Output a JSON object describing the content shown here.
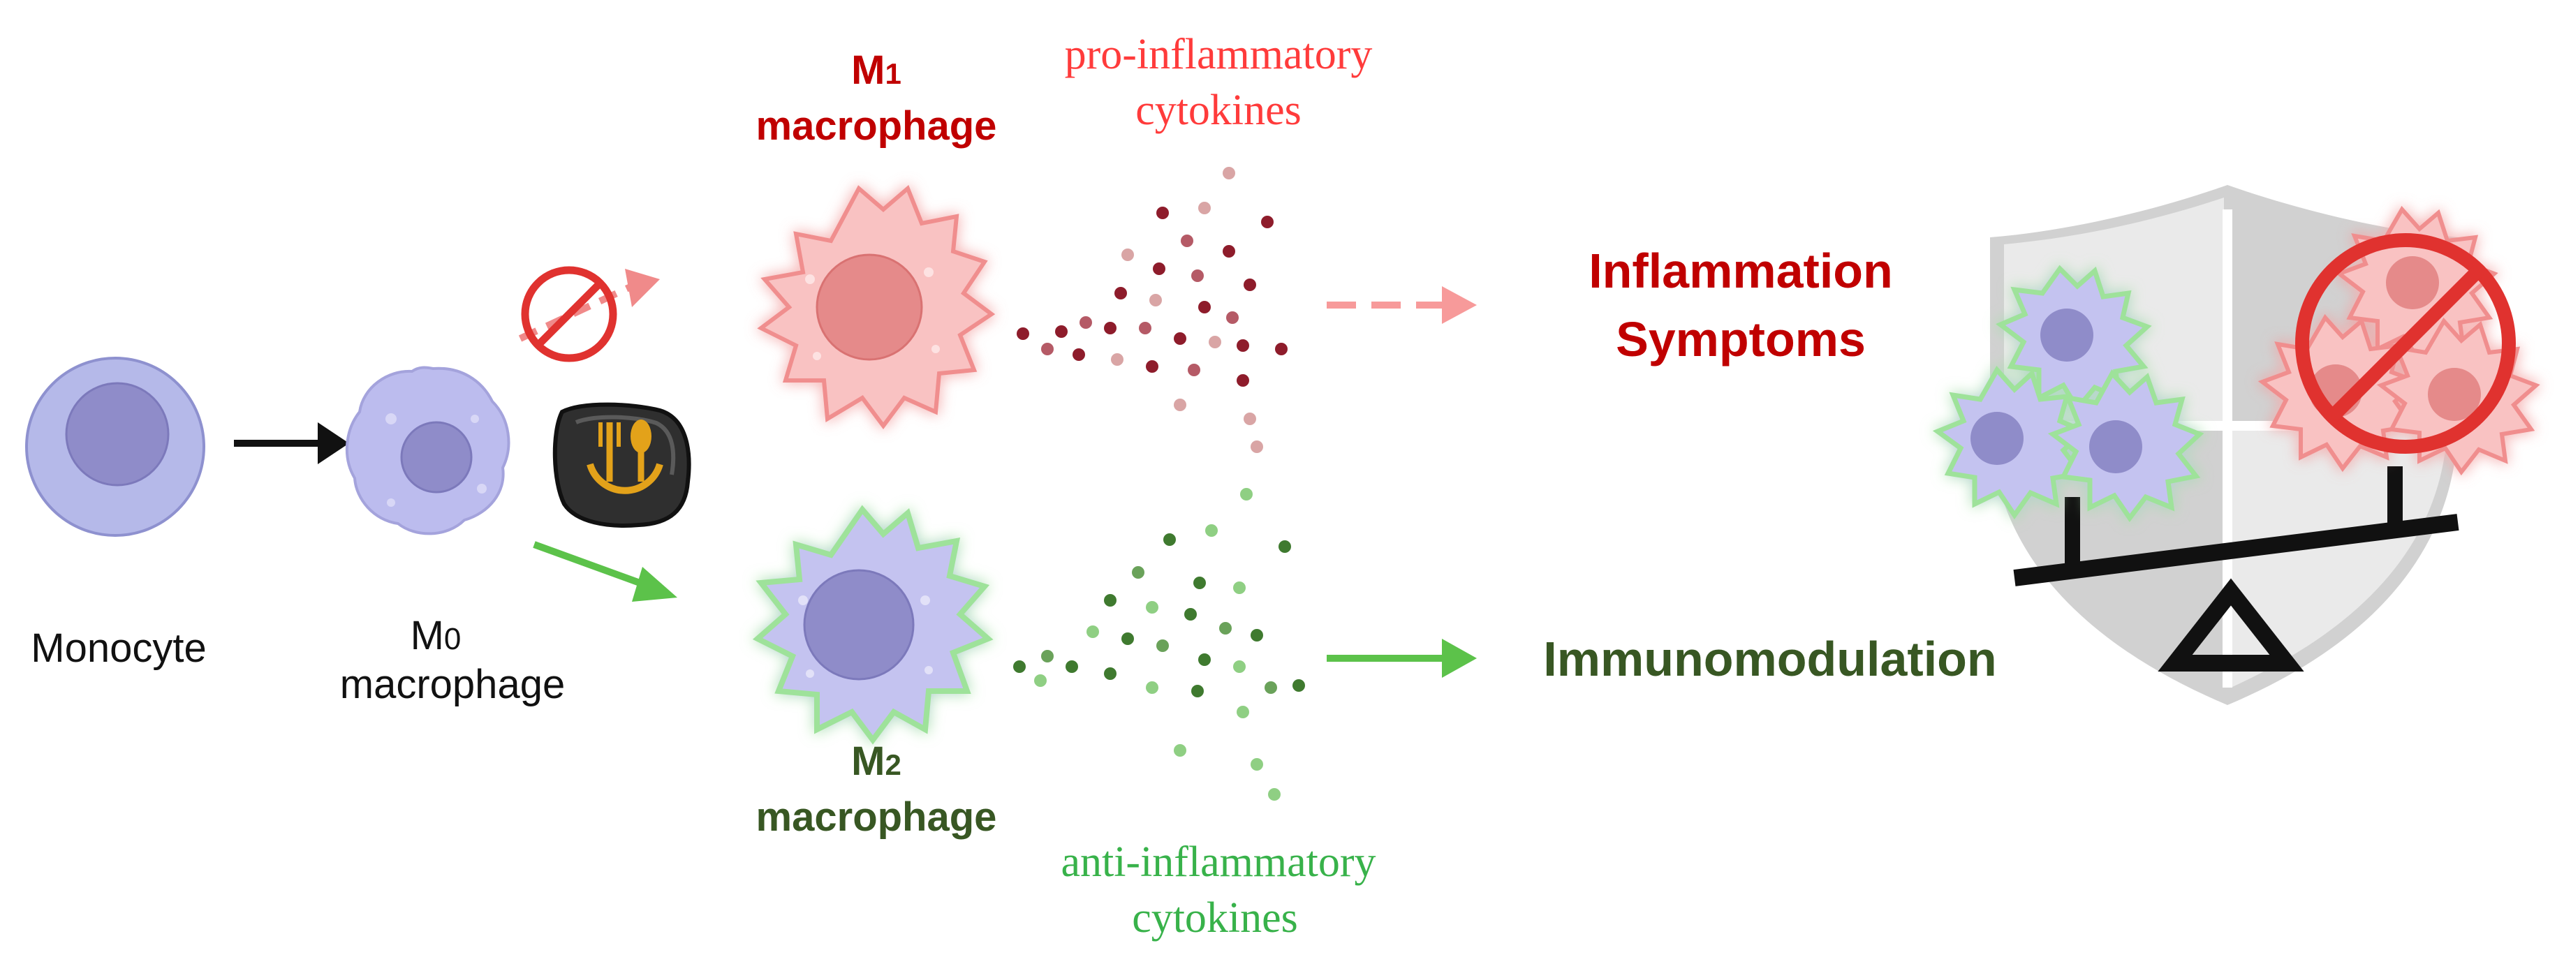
{
  "labels": {
    "monocyte": "Monocyte",
    "m0_main": "M",
    "m0_sub": "0",
    "m0_line2": "macrophage",
    "m1_main": "M",
    "m1_sub": "1",
    "m1_line2": "macrophage",
    "m2_main": "M",
    "m2_sub": "2",
    "m2_line2": "macrophage",
    "pro_line1": "pro-inflammatory",
    "pro_line2": "cytokines",
    "anti_line1": "anti-inflammatory",
    "anti_line2": "cytokines",
    "inflammation_line1": "Inflammation",
    "inflammation_line2": "Symptoms",
    "immunomodulation": "Immunomodulation"
  },
  "colors": {
    "m1_text": "#c00000",
    "m2_text": "#385723",
    "pro_cytokine_text": "#ff3b3b",
    "anti_cytokine_text": "#38b24a",
    "cell_purple": "#b7b6ec",
    "nucleus_purple": "#8f8cc9",
    "cell_pink": "#f7b7b7",
    "nucleus_pink": "#e58a8a",
    "green_arrow": "#5cc24a",
    "pink_arrow": "#f79a9a",
    "shield_gray": "#cfcfcf",
    "food_icon_gold": "#e3a21a"
  },
  "icons": [
    "prohibition-icon",
    "food-icon",
    "shield-icon",
    "balance-scale-icon"
  ]
}
